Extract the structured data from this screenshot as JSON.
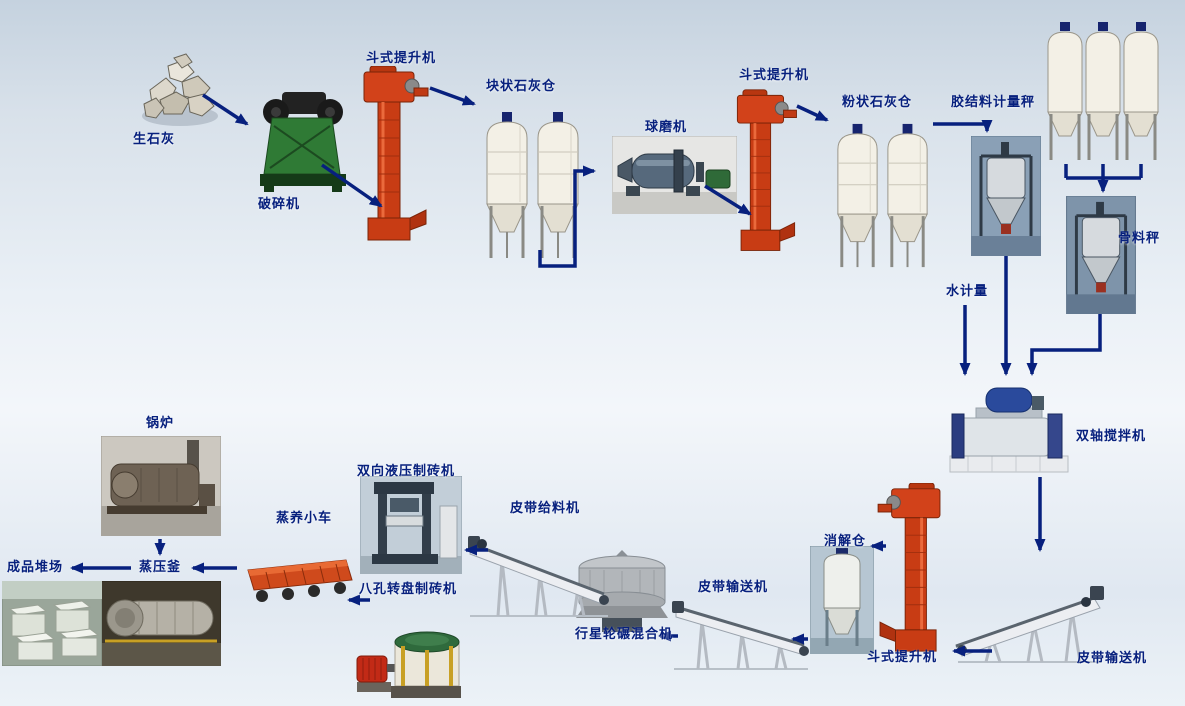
{
  "diagram": {
    "type": "process-flow",
    "nodes": {
      "quicklime": {
        "label": "生石灰"
      },
      "crusher": {
        "label": "破碎机"
      },
      "bucket_elevator_1": {
        "label": "斗式提升机"
      },
      "lump_lime_silo": {
        "label": "块状石灰仓"
      },
      "ball_mill": {
        "label": "球磨机"
      },
      "bucket_elevator_2": {
        "label": "斗式提升机"
      },
      "powder_lime_silo": {
        "label": "粉状石灰仓"
      },
      "binder_scale": {
        "label": "胶结料计量秤"
      },
      "aggregate_scale": {
        "label": "骨料秤"
      },
      "water_meter": {
        "label": "水计量"
      },
      "twin_shaft_mixer": {
        "label": "双轴搅拌机"
      },
      "belt_conveyor_right": {
        "label": "皮带输送机"
      },
      "bucket_elevator_3": {
        "label": "斗式提升机"
      },
      "slaking_silo": {
        "label": "消解仓"
      },
      "belt_conveyor_mid": {
        "label": "皮带输送机"
      },
      "planetary_mixer": {
        "label": "行星轮碾混合机"
      },
      "belt_feeder": {
        "label": "皮带给料机"
      },
      "hydraulic_press": {
        "label": "双向液压制砖机"
      },
      "rotary_press": {
        "label": "八孔转盘制砖机"
      },
      "steam_cart": {
        "label": "蒸养小车"
      },
      "autoclave": {
        "label": "蒸压釜"
      },
      "boiler": {
        "label": "锅炉"
      },
      "product_yard": {
        "label": "成品堆场"
      }
    },
    "flow": [
      [
        "quicklime",
        "crusher"
      ],
      [
        "crusher",
        "bucket_elevator_1"
      ],
      [
        "bucket_elevator_1",
        "lump_lime_silo"
      ],
      [
        "lump_lime_silo",
        "ball_mill"
      ],
      [
        "ball_mill",
        "bucket_elevator_2"
      ],
      [
        "bucket_elevator_2",
        "powder_lime_silo"
      ],
      [
        "powder_lime_silo",
        "binder_scale"
      ],
      [
        "binder_scale",
        "twin_shaft_mixer"
      ],
      [
        "aggregate_scale",
        "twin_shaft_mixer"
      ],
      [
        "water_meter",
        "twin_shaft_mixer"
      ],
      [
        "twin_shaft_mixer",
        "belt_conveyor_right"
      ],
      [
        "belt_conveyor_right",
        "bucket_elevator_3"
      ],
      [
        "bucket_elevator_3",
        "slaking_silo"
      ],
      [
        "slaking_silo",
        "belt_conveyor_mid"
      ],
      [
        "belt_conveyor_mid",
        "planetary_mixer"
      ],
      [
        "planetary_mixer",
        "belt_feeder"
      ],
      [
        "belt_feeder",
        "hydraulic_press"
      ],
      [
        "belt_feeder",
        "rotary_press"
      ],
      [
        "hydraulic_press",
        "steam_cart"
      ],
      [
        "rotary_press",
        "steam_cart"
      ],
      [
        "steam_cart",
        "autoclave"
      ],
      [
        "boiler",
        "autoclave"
      ],
      [
        "autoclave",
        "product_yard"
      ]
    ],
    "colors": {
      "label_text": "#07207e",
      "arrow": "#07207e",
      "elevator_red": "#c83c14",
      "silo_body": "#f3f0e6",
      "background_top": "#c5d2df",
      "background_bottom": "#ecf2f7"
    }
  }
}
